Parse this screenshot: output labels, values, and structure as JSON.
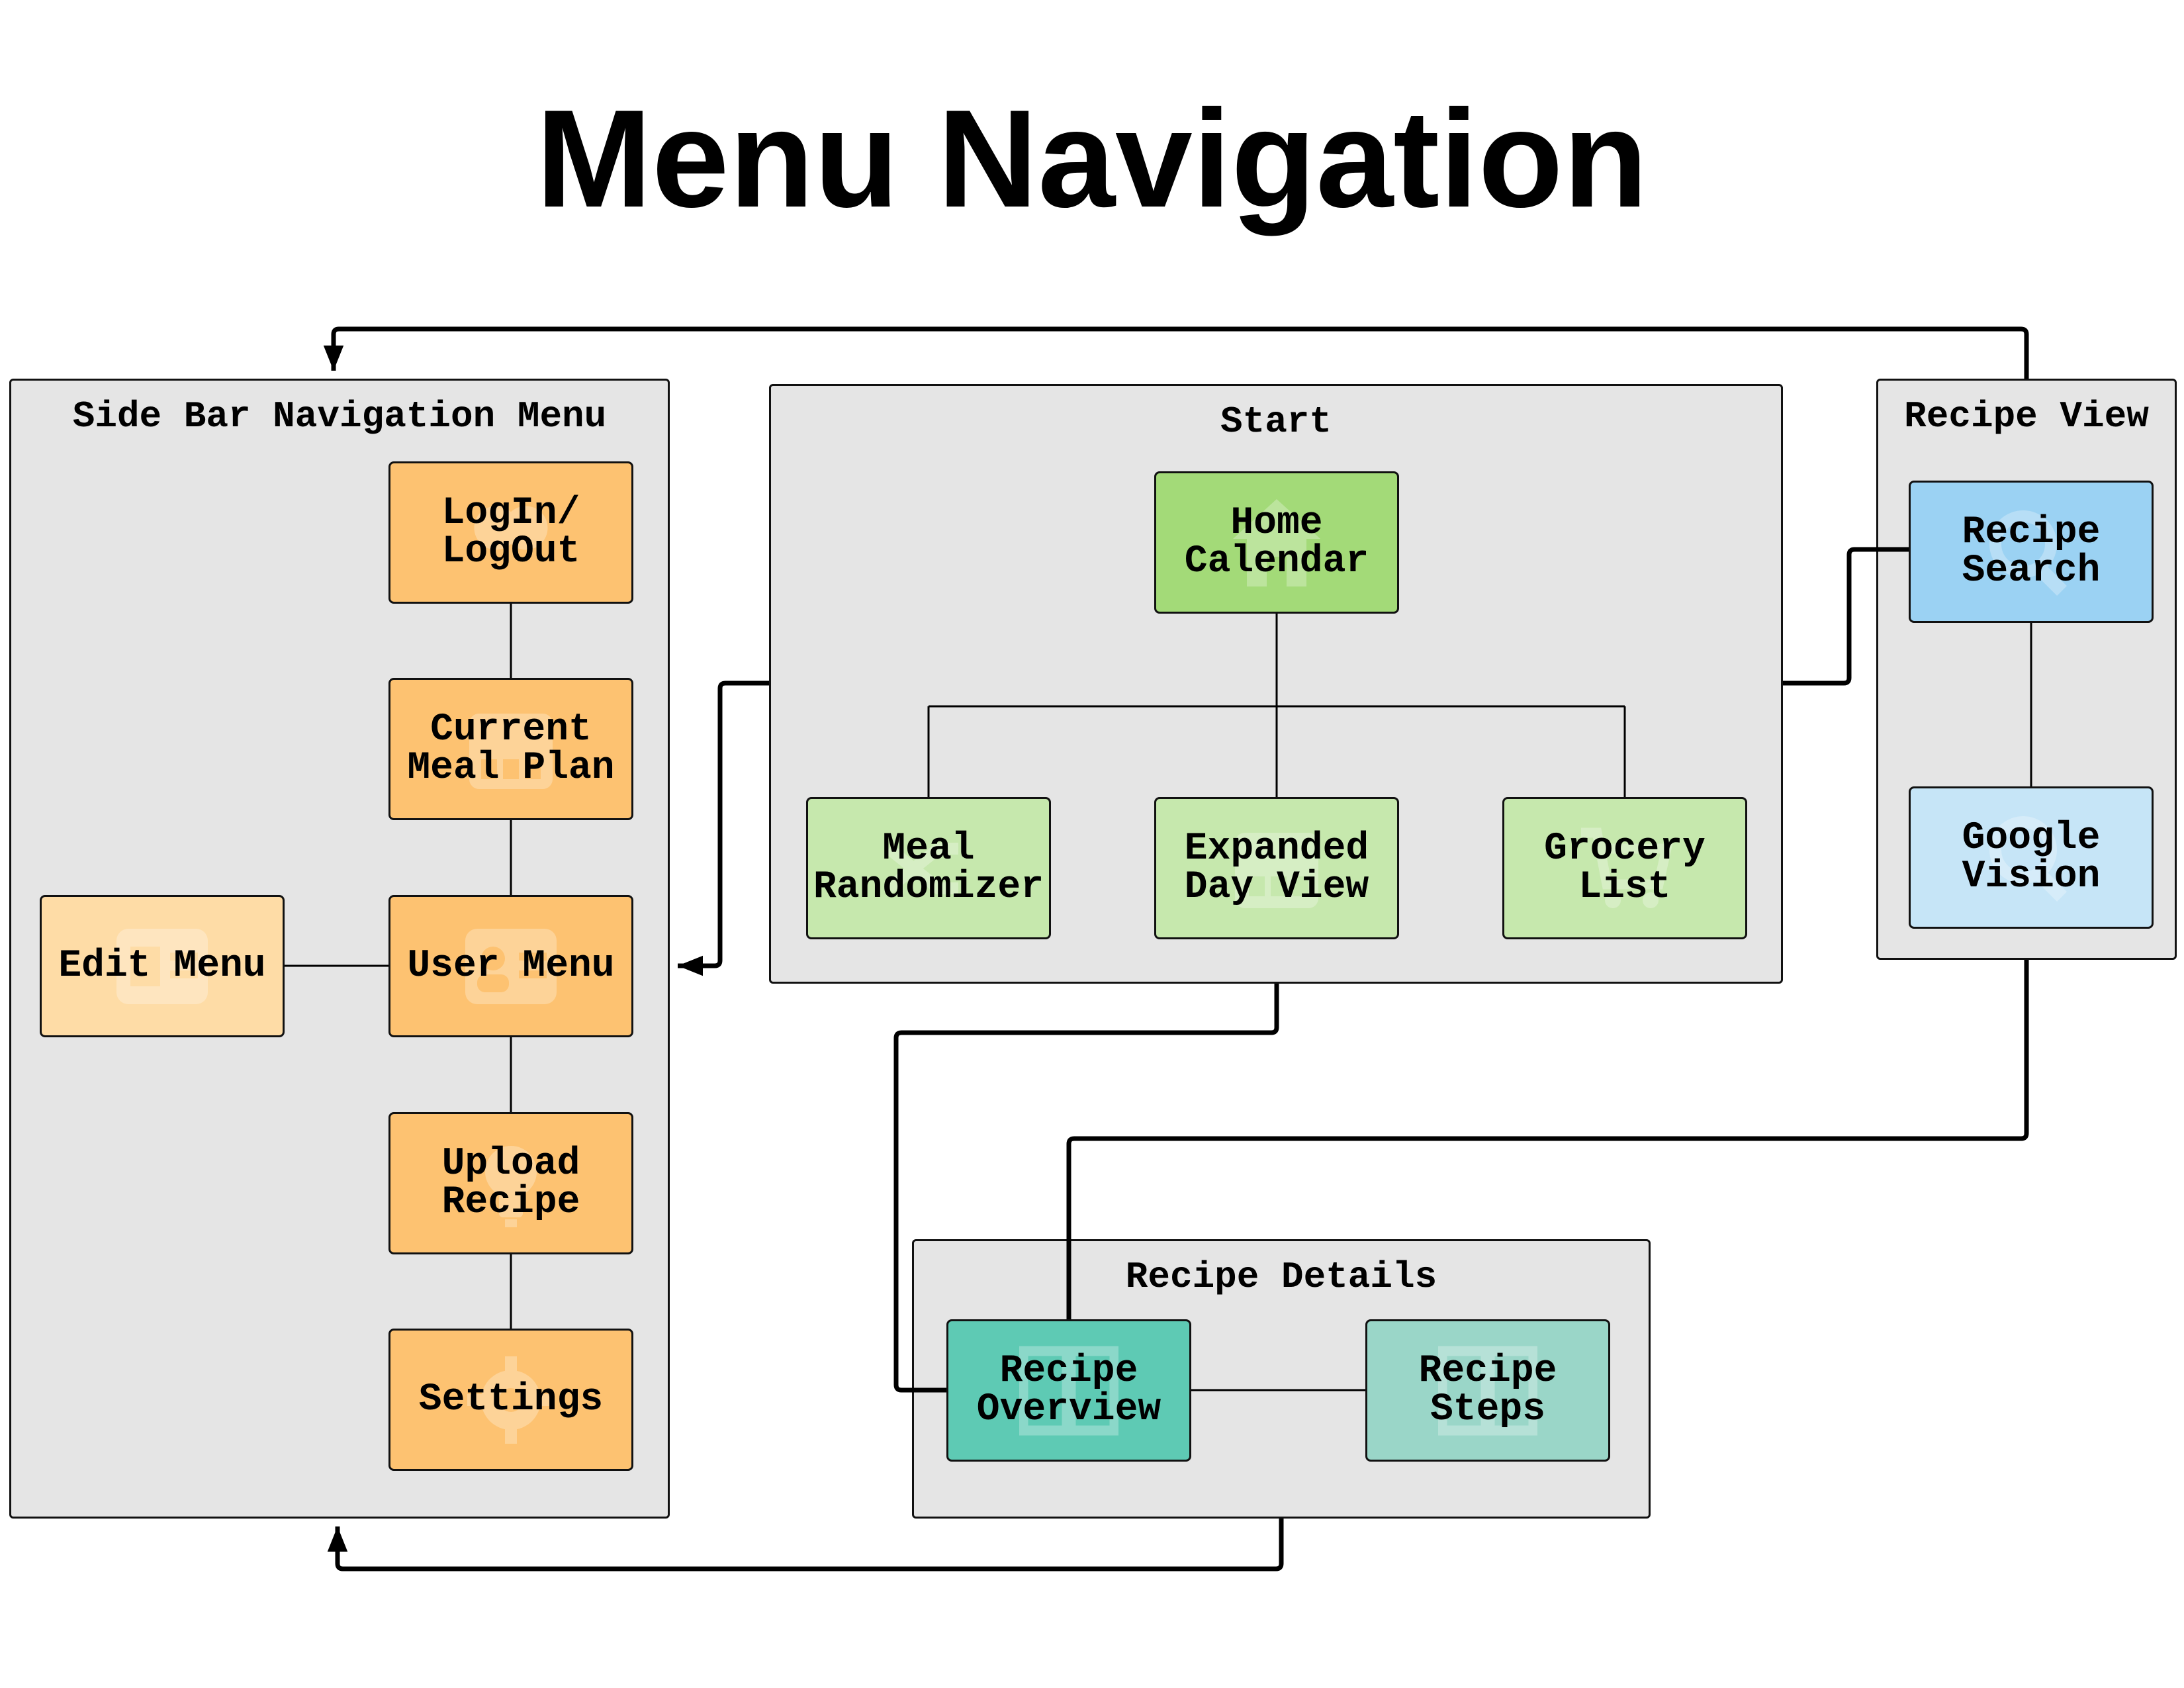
{
  "title": "Menu Navigation",
  "colors": {
    "group_bg": "#e5e5e5",
    "orange": "#fdc271",
    "orange_light": "#fedca6",
    "green": "#a3da78",
    "green_light": "#c6e8ad",
    "blue": "#9bd2f3",
    "blue_light": "#c6e5f7",
    "teal": "#5ecab4",
    "teal_light": "#9ad6c8"
  },
  "groups": {
    "sidebar": {
      "title": "Side Bar Navigation Menu",
      "nodes": {
        "login": {
          "label": "LogIn/\nLogOut",
          "icon": "door-icon"
        },
        "meal_plan": {
          "label": "Current\nMeal Plan",
          "icon": "calendar-icon"
        },
        "user_menu": {
          "label": "User Menu",
          "icon": "user-card-icon"
        },
        "edit_menu": {
          "label": "Edit Menu",
          "icon": "edit-card-icon"
        },
        "upload": {
          "label": "Upload\nRecipe",
          "icon": "lightbulb-icon"
        },
        "settings": {
          "label": "Settings",
          "icon": "gear-icon"
        }
      }
    },
    "start": {
      "title": "Start",
      "nodes": {
        "home": {
          "label": "Home\nCalendar",
          "icon": "home-icon"
        },
        "randomizer": {
          "label": "Meal\nRandomizer",
          "icon": "shuffle-icon"
        },
        "day_view": {
          "label": "Expanded\nDay View",
          "icon": "calendar-icon"
        },
        "grocery": {
          "label": "Grocery\nList",
          "icon": "cart-icon"
        }
      }
    },
    "recipe_view": {
      "title": "Recipe View",
      "nodes": {
        "search": {
          "label": "Recipe\nSearch",
          "icon": "magnifier-icon"
        },
        "vision": {
          "label": "Google\nVision",
          "icon": "magnifier-icon"
        }
      }
    },
    "recipe_details": {
      "title": "Recipe Details",
      "nodes": {
        "overview": {
          "label": "Recipe\nOverview",
          "icon": "book-icon"
        },
        "steps": {
          "label": "Recipe\nSteps",
          "icon": "book-icon"
        }
      }
    }
  }
}
